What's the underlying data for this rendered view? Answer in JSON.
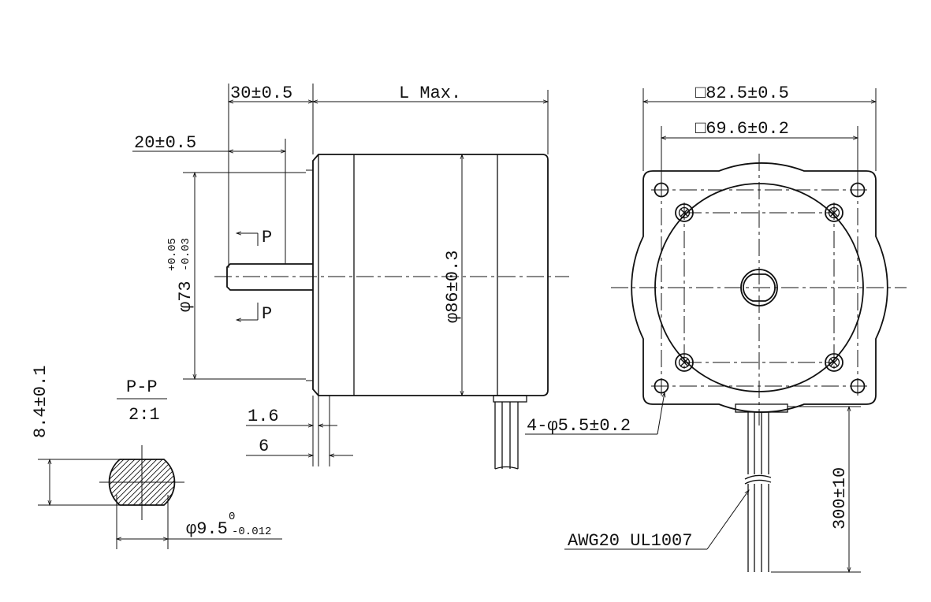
{
  "side_view": {
    "dim_shaft_length": "30±0.5",
    "dim_body_length": "L Max.",
    "dim_flat_length": "20±0.5",
    "dim_pilot_dia": "φ73",
    "dim_pilot_tol_upper": "+0.05",
    "dim_pilot_tol_lower": "-0.03",
    "dim_body_dia": "φ86±0.3",
    "section_mark_top": "P",
    "section_mark_bottom": "P",
    "dim_flange_1": "1.6",
    "dim_flange_2": "6"
  },
  "section_view": {
    "label": "P-P",
    "scale": "2:1",
    "dim_flat_height": "8.4±0.1",
    "dim_shaft_dia": "φ9.5",
    "dim_shaft_tol_upper": "0",
    "dim_shaft_tol_lower": "-0.012"
  },
  "front_view": {
    "dim_flange_square": "□82.5±0.5",
    "dim_hole_pitch": "□69.6±0.2",
    "dim_holes": "4-φ5.5±0.2",
    "dim_lead_length": "300±10",
    "wire_spec": "AWG20 UL1007"
  }
}
